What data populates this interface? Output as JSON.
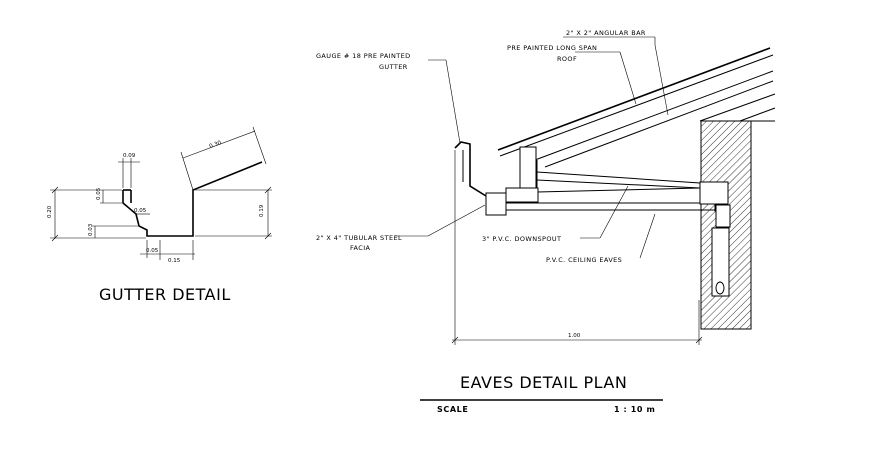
{
  "gutter_detail": {
    "title": "GUTTER DETAIL",
    "dimensions": {
      "top_width": "0.09",
      "slope": "0.30",
      "lip_height": "0.05",
      "inner_width": "0.05",
      "left_height": "0.20",
      "small_height": "0.03",
      "bottom_step": "0.05",
      "base_width": "0.15",
      "right_height": "0.19"
    }
  },
  "eaves_detail": {
    "title": "EAVES DETAIL  PLAN",
    "scale_label": "SCALE",
    "scale_value": "1 : 10 m",
    "width_dim": "1.00",
    "labels": {
      "angular_bar": "2\" X 2\" ANGULAR BAR",
      "roof_line1": "PRE PAINTED LONG SPAN",
      "roof_line2": "ROOF",
      "gutter_line1": "GAUGE # 18 PRE PAINTED",
      "gutter_line2": "GUTTER",
      "facia_line1": "2\" X 4\" TUBULAR STEEL",
      "facia_line2": "FACIA",
      "downspout": "3\" P.V.C. DOWNSPOUT",
      "ceiling": "P.V.C. CEILING EAVES"
    }
  }
}
